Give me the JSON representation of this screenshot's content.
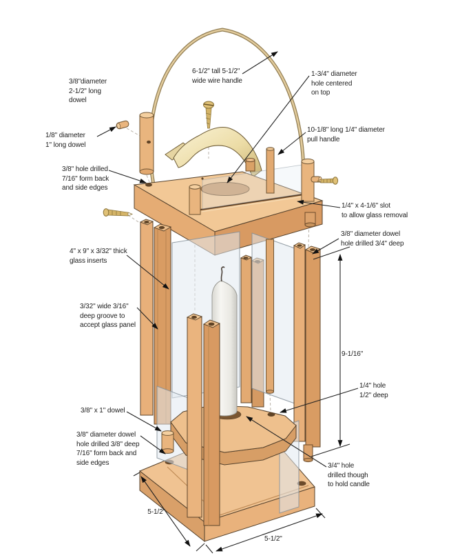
{
  "diagram": {
    "subject": "candle-lantern-exploded-assembly-plan",
    "labels": {
      "dowel_long": "3/8\"diameter\n2-1/2\" long\ndowel",
      "dowel_small": "1/8\" diameter\n1\" long dowel",
      "top_hole_drilled": "3/8\" hole drilled\n7/16\" form back\nand side edges",
      "wire_handle": "6-1/2\" tall 5-1/2\"\nwide wire handle",
      "top_hole": "1-3/4\" diameter\nhole centered\non top",
      "pull_handle": "10-1/8\" long 1/4\" diameter\npull handle",
      "slot": "1/4\" x 4-1/6\" slot\nto allow glass removal",
      "dowel_hole_34": "3/8\" diameter dowel\nhole drilled 3/4\" deep",
      "glass_inserts": "4\" x 9\" x 3/32\" thick\nglass inserts",
      "groove": "3/32\" wide 3/16\"\ndeep groove to\naccept glass panel",
      "quarter_hole": "1/4\" hole\n1/2\" deep",
      "dowel_38x1": "3/8\" x 1\" dowel",
      "base_dowel_hole": "3/8\" diameter dowel\nhole drilled 3/8\" deep\n7/16\" form back and\nside edges",
      "candle_hole": "3/4\" hole\ndrilled though\nto hold candle"
    },
    "dimensions": {
      "height": "9-1/16\"",
      "base_left": "5-1/2\"",
      "base_front": "5-1/2\""
    },
    "palette": {
      "wood_light": "#f2c896",
      "wood_medium": "#e5ac74",
      "wood_dark": "#d89a62",
      "glass": "#e2eaf1",
      "roof_brass": "#e8d6a0",
      "candle": "#f0efeb",
      "hole_dark": "#5f4326",
      "line": "#1c1c1c"
    }
  }
}
